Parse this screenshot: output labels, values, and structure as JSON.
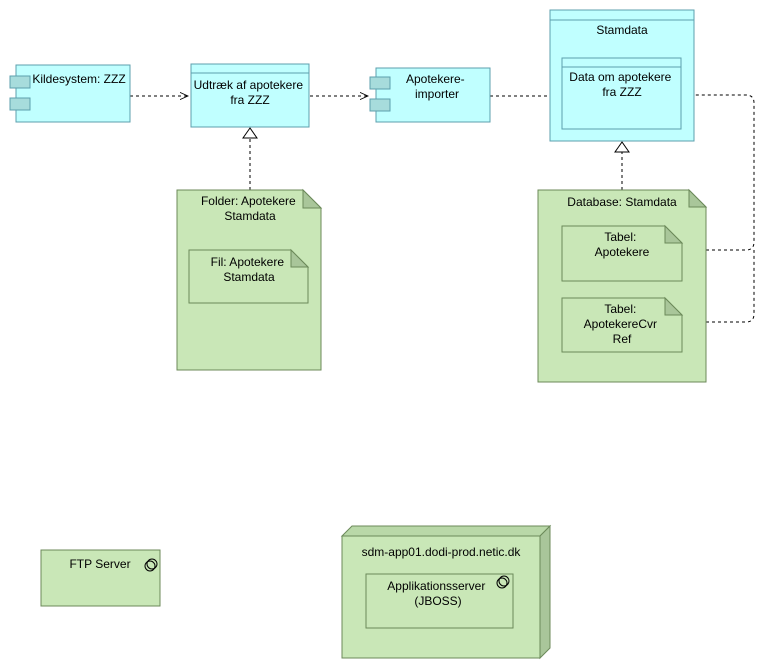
{
  "elements": {
    "kildesystem": [
      "Kildesystem: ZZZ"
    ],
    "udtraek": [
      "Udtræk af apotekere",
      "fra ZZZ"
    ],
    "importer": [
      "Apotekere-",
      "importer"
    ],
    "stamdata": [
      "Stamdata"
    ],
    "data_om": [
      "Data om apotekere",
      "fra ZZZ"
    ],
    "folder": [
      "Folder: Apotekere",
      "Stamdata"
    ],
    "fil": [
      "Fil: Apotekere",
      "Stamdata"
    ],
    "database": [
      "Database: Stamdata"
    ],
    "tabel_apotekere": [
      "Tabel:",
      "Apotekere"
    ],
    "tabel_cvr": [
      "Tabel:",
      "ApotekereCvr",
      "Ref"
    ],
    "ftp": [
      "FTP Server"
    ],
    "node": [
      "sdm-app01.dodi-prod.netic.dk"
    ],
    "appserver": [
      "Applikationsserver",
      "(JBOSS)"
    ]
  },
  "colors": {
    "application": "#c0ffff",
    "technology": "#c9e7b7"
  }
}
